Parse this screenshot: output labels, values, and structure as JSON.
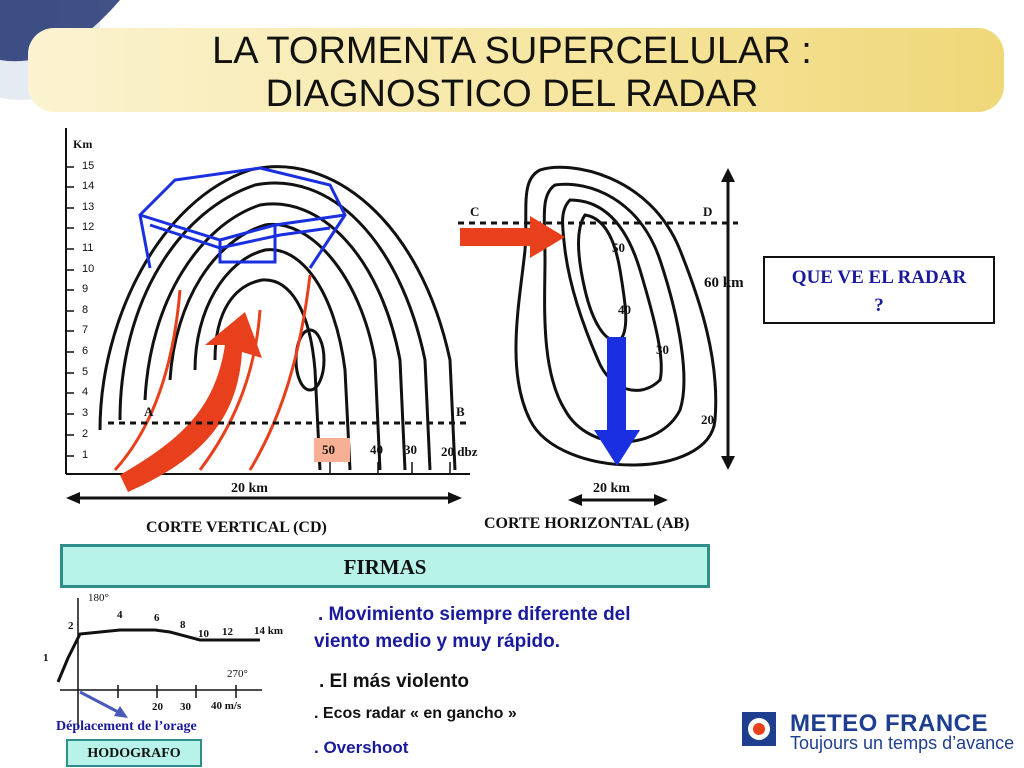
{
  "title": {
    "line1": "LA TORMENTA SUPERCELULAR :",
    "line2": "DIAGNOSTICO DEL RADAR"
  },
  "vertical_section": {
    "axis_unit": "Km",
    "axis_ticks": [
      "15",
      "14",
      "13",
      "12",
      "11",
      "10",
      "9",
      "8",
      "7",
      "6",
      "5",
      "4",
      "3",
      "2",
      "1"
    ],
    "point_a": "A",
    "point_b": "B",
    "dbz_labels": [
      "50",
      "40",
      "30",
      "20 dbz"
    ],
    "width_label": "20 km",
    "caption": "CORTE VERTICAL (CD)"
  },
  "horizontal_section": {
    "point_c": "C",
    "point_d": "D",
    "contour_labels": [
      "50",
      "40",
      "30",
      "20"
    ],
    "height_label": "60 km",
    "width_label": "20 km",
    "caption": "CORTE HORIZONTAL (AB)"
  },
  "radar_question": {
    "line1": "QUE VE EL RADAR",
    "line2": "?"
  },
  "firmas": {
    "title": "FIRMAS",
    "bullets": [
      ". Movimiento siempre diferente del",
      "viento medio y muy rápido.",
      ". El más violento",
      ". Ecos radar « en gancho »",
      ". Overshoot"
    ]
  },
  "hodograph": {
    "label_180": "180°",
    "label_270": "270°",
    "points": [
      "1",
      "2",
      "4",
      "6",
      "8",
      "10",
      "12",
      "14 km"
    ],
    "axis_values": [
      "20",
      "30",
      "40 m/s"
    ],
    "storm_motion": "Déplacement de l’orage",
    "caption": "HODOGRAFO"
  },
  "logo": {
    "name": "METEO FRANCE",
    "tagline": "Toujours un temps d’avance"
  },
  "colors": {
    "title_band": "#f6e6a0",
    "firmas_box": "#b8f3ea",
    "blue_text": "#1a1a9c",
    "arrow_red": "#e8401c",
    "arrow_blue": "#1a2fe0"
  }
}
